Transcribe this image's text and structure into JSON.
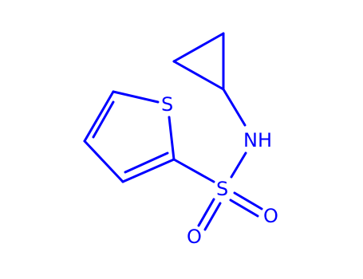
{
  "molecule": {
    "atoms": {
      "sulfur_ring": "S",
      "sulfur_sulfonyl": "S",
      "nitrogen": "NH",
      "oxygen_right": "O",
      "oxygen_bottom": "O"
    },
    "colors": {
      "bond": "#0000FF",
      "label": "#0000FF",
      "background": "#FFFFFF"
    }
  }
}
